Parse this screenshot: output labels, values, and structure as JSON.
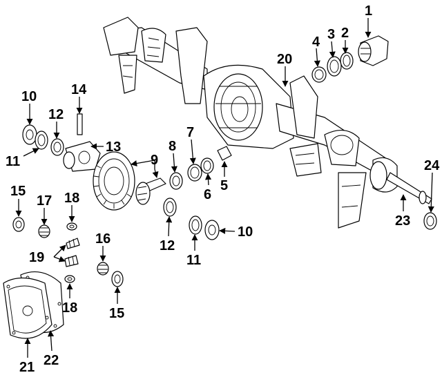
{
  "diagram": {
    "callouts": {
      "c1": "1",
      "c2": "2",
      "c3": "3",
      "c4": "4",
      "c5": "5",
      "c6": "6",
      "c7": "7",
      "c8": "8",
      "c9": "9",
      "c10a": "10",
      "c10b": "10",
      "c11a": "11",
      "c11b": "11",
      "c12a": "12",
      "c12b": "12",
      "c13": "13",
      "c14": "14",
      "c15a": "15",
      "c15b": "15",
      "c16": "16",
      "c17": "17",
      "c18a": "18",
      "c18b": "18",
      "c19": "19",
      "c20": "20",
      "c21": "21",
      "c22": "22",
      "c23": "23",
      "c24": "24"
    }
  }
}
